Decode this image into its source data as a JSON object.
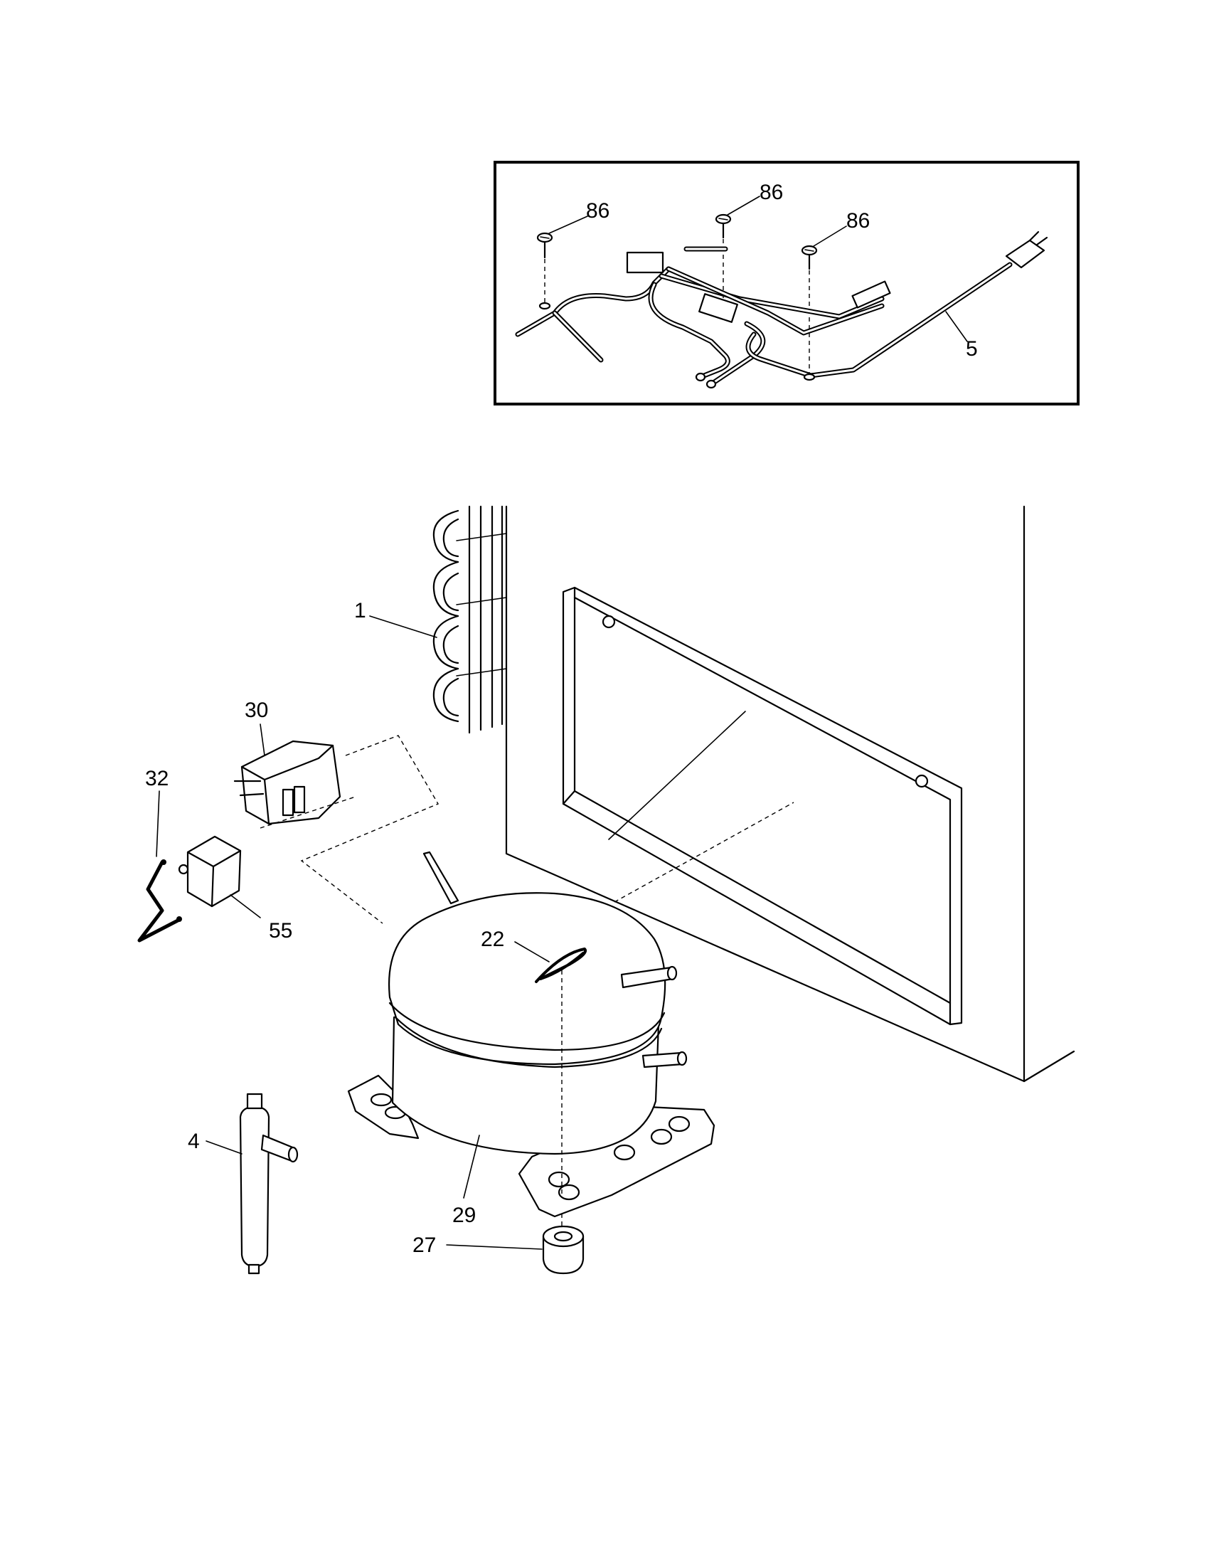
{
  "callouts": {
    "screw_a": "86",
    "screw_b": "86",
    "screw_c": "86",
    "harness": "5",
    "condenser": "1",
    "relay_cover": "30",
    "clip": "32",
    "overload": "55",
    "clip_top": "22",
    "drier": "4",
    "compressor": "29",
    "grommet": "27"
  }
}
